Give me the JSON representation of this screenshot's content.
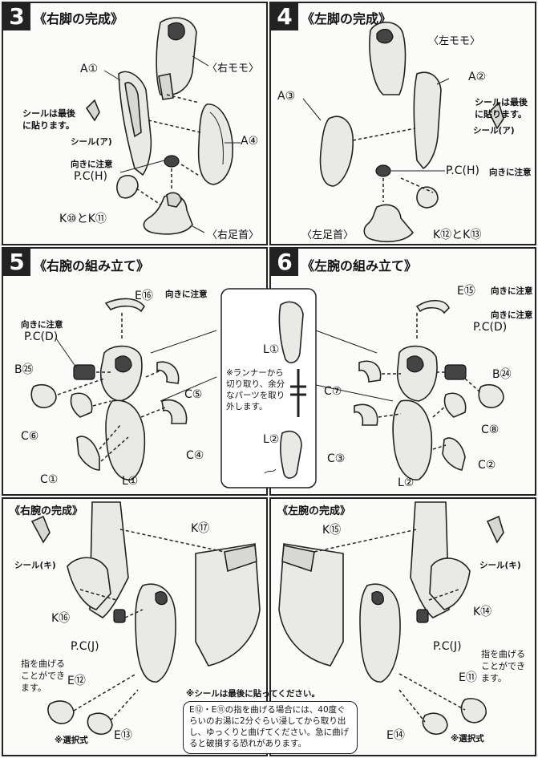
{
  "step3": {
    "num": "3",
    "title": "《右脚の完成》",
    "a1": "A①",
    "thigh": "〈右モモ〉",
    "seal_note": "シールは最後に貼ります。",
    "seal": "シール",
    "seal_mark": "ア",
    "a4": "A④",
    "caution": "向きに注意",
    "pc": "P.C",
    "pc_mark": "H",
    "k": "K⑩とK⑪",
    "ankle": "〈右足首〉"
  },
  "step4": {
    "num": "4",
    "title": "《左脚の完成》",
    "thigh": "〈左モモ〉",
    "a2": "A②",
    "a3": "A③",
    "seal_note": "シールは最後に貼ります。",
    "seal": "シール",
    "seal_mark": "ア",
    "pc": "P.C",
    "pc_mark": "H",
    "caution": "向きに注意",
    "ankle": "〈左足首〉",
    "k": "K⑫とK⑬"
  },
  "step5": {
    "num": "5",
    "title": "《右腕の組み立て》",
    "e16": "E⑯",
    "caution1": "向きに注意",
    "caution2": "向きに注意",
    "pc": "P.C",
    "pc_mark": "D",
    "b25": "B㉕",
    "c5": "C⑤",
    "c6": "C⑥",
    "c4": "C④",
    "c1": "C①",
    "l1": "L①"
  },
  "runner": {
    "l1": "L①",
    "note": "※ランナーから切り取り、余分なパーツを取り外します。",
    "l2": "L②"
  },
  "step6": {
    "num": "6",
    "title": "《左腕の組み立て》",
    "e15": "E⑮",
    "caution1": "向きに注意",
    "caution2": "向きに注意",
    "pc": "P.C",
    "pc_mark": "D",
    "b24": "B㉔",
    "c7": "C⑦",
    "c8": "C⑧",
    "c3": "C③",
    "c2": "C②",
    "l2": "L②"
  },
  "rightArm": {
    "title": "《右腕の完成》",
    "seal": "シール",
    "seal_mark": "キ",
    "k17": "K⑰",
    "k16": "K⑯",
    "pc": "P.C",
    "pc_mark": "J",
    "finger_note": "指を曲げることができます。",
    "e12": "E⑫",
    "e13": "E⑬",
    "select": "※選択式"
  },
  "leftArm": {
    "title": "《左腕の完成》",
    "k15": "K⑮",
    "seal": "シール",
    "seal_mark": "キ",
    "k14": "K⑭",
    "pc": "P.C",
    "pc_mark": "J",
    "finger_note": "指を曲げることができます。",
    "e11": "E⑪",
    "e14": "E⑭",
    "select": "※選択式"
  },
  "footer": {
    "seal_last": "※シールは最後に貼ってください。",
    "finger_warning": "E⑫・E⑪の指を曲げる場合には、40度ぐらいのお湯に2分ぐらい浸してから取り出し、ゆっくりと曲げてください。急に曲げると破損する恐れがあります。"
  }
}
